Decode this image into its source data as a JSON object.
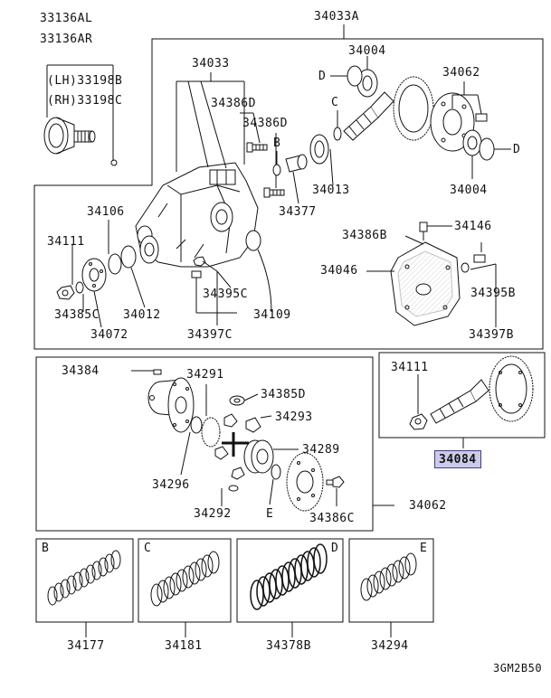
{
  "diagram_code": "3GM2B50",
  "highlighted_part": "34084",
  "labels": {
    "p33136AL": "33136AL",
    "p33136AR": "33136AR",
    "lh33198B": "(LH)33198B",
    "rh33198C": "(RH)33198C",
    "p34033A": "34033A",
    "p34033": "34033",
    "p34004_top": "34004",
    "p34062_top": "34062",
    "p34386D_a": "34386D",
    "p34386D_b": "34386D",
    "B_top": "B",
    "C_top": "C",
    "D_left": "D",
    "D_right": "D",
    "p34013": "34013",
    "p34004_bot": "34004",
    "p34377": "34377",
    "p34106": "34106",
    "p34111_top": "34111",
    "p34385C": "34385C",
    "p34012": "34012",
    "p34072": "34072",
    "p34395C": "34395C",
    "p34397C": "34397C",
    "p34109": "34109",
    "p34386B": "34386B",
    "p34146": "34146",
    "p34046": "34046",
    "p34395B": "34395B",
    "p34397B": "34397B",
    "p34384": "34384",
    "p34291": "34291",
    "p34385D": "34385D",
    "p34293": "34293",
    "p34289": "34289",
    "p34296": "34296",
    "p34292": "34292",
    "E_mid": "E",
    "p34386C": "34386C",
    "p34062_mid": "34062",
    "p34111_right": "34111",
    "p34084": "34084",
    "spring_B_tag": "B",
    "spring_C_tag": "C",
    "spring_D_tag": "D",
    "spring_E_tag": "E",
    "p34177": "34177",
    "p34181": "34181",
    "p34378B": "34378B",
    "p34294": "34294"
  }
}
